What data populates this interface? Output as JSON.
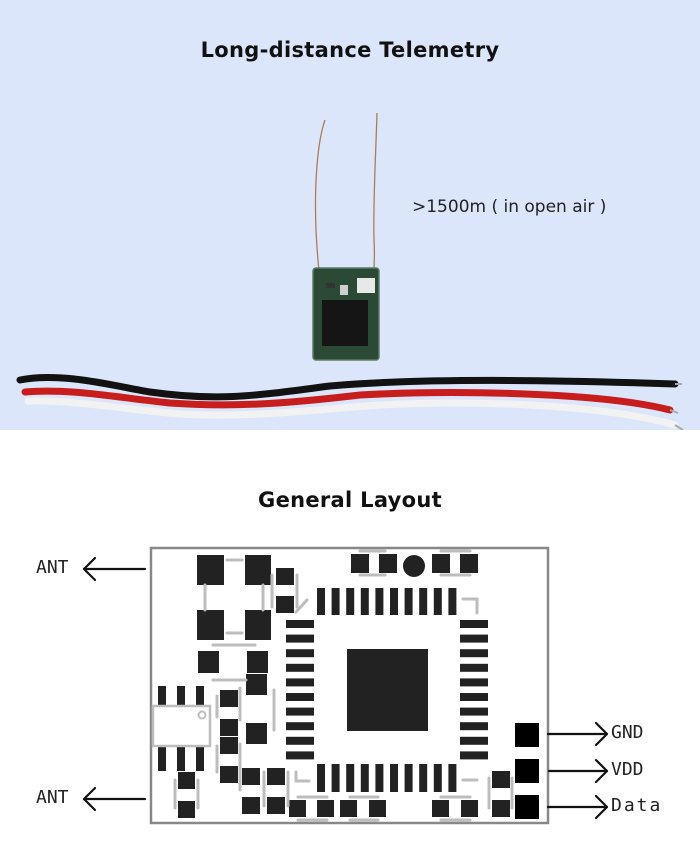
{
  "top_section": {
    "title": "Long-distance Telemetry",
    "range_label": ">1500m ( in open air )",
    "image_subject": "receiver-module-with-antennas-and-servo-cable",
    "cable_colors": [
      "#111111",
      "#cc1f1f",
      "#f4f4f4"
    ],
    "background_color": "#dce6fb"
  },
  "bottom_section": {
    "title": "General Layout",
    "left_pins": [
      {
        "label": "ANT"
      },
      {
        "label": "ANT"
      }
    ],
    "right_pins": [
      {
        "label": "GND"
      },
      {
        "label": "VDD"
      },
      {
        "label": "Data"
      }
    ]
  }
}
